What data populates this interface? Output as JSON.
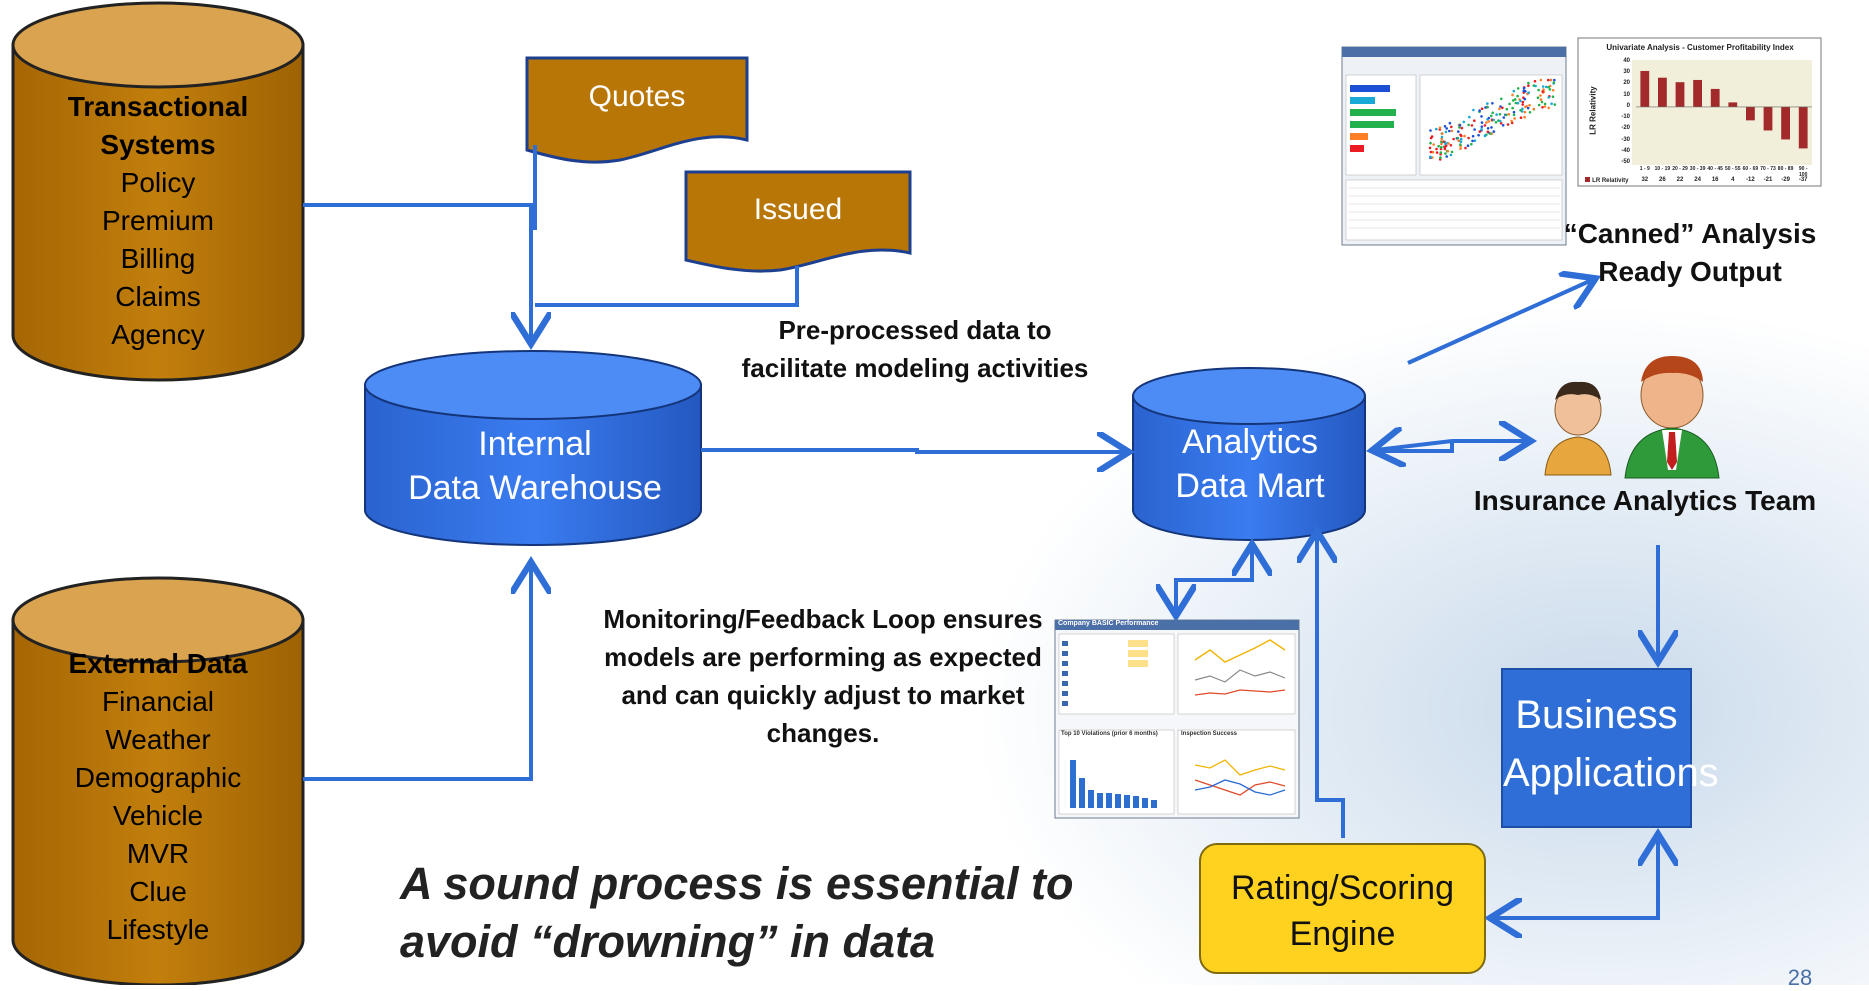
{
  "sources": {
    "transactional": {
      "title": "Transactional Systems",
      "items": [
        "Policy",
        "Premium",
        "Billing",
        "Claims",
        "Agency"
      ]
    },
    "external": {
      "title": "External Data",
      "items": [
        "Financial",
        "Weather",
        "Demographic",
        "Vehicle",
        "MVR",
        "Clue",
        "Lifestyle"
      ]
    }
  },
  "documents": {
    "quotes": "Quotes",
    "issued": "Issued"
  },
  "warehouse": {
    "line1": "Internal",
    "line2": "Data Warehouse"
  },
  "data_mart": {
    "line1": "Analytics",
    "line2": "Data Mart"
  },
  "notes": {
    "preprocessed": "Pre-processed data to facilitate modeling activities",
    "monitoring": "Monitoring/Feedback Loop ensures models are performing as expected and can quickly adjust to market changes.",
    "canned": "“Canned” Analysis Ready Output"
  },
  "team": {
    "label": "Insurance Analytics Team"
  },
  "business_apps": "Business Applications",
  "rating_engine": "Rating/Scoring Engine",
  "tagline": "A sound process is essential to avoid “drowning” in data",
  "thumbnails": {
    "univariate_title": "Univariate Analysis - Customer Profitability Index",
    "univariate_ylabel": "LR Relativity",
    "univariate_legend": "LR Relativity",
    "univariate_values": [
      32,
      26,
      22,
      24,
      16,
      4,
      -12,
      -21,
      -29,
      -37
    ],
    "univariate_yticks": [
      "40",
      "30",
      "20",
      "10",
      "0",
      "-10",
      "-20",
      "-30",
      "-40",
      "-50"
    ],
    "univariate_categories": [
      "1 - 9",
      "10 - 19",
      "20 - 29",
      "30 - 39",
      "40 - 45",
      "50 - 55",
      "60 - 69",
      "70 - 73",
      "80 - 89",
      "90 - 100"
    ],
    "dashboard_title": "Company BASIC Performance",
    "dashboard_panel2": "Top 10 Violations (prior 6 months)",
    "dashboard_panel3": "Inspection Success"
  },
  "colors": {
    "cylinder_brown": "#b87607",
    "cylinder_top": "#d9a34f",
    "blue": "#2f6ed6",
    "arrow": "#2f6ed6",
    "rating_yellow": "#ffd21f",
    "bar_red": "#a22a2a"
  },
  "page_number": "28"
}
